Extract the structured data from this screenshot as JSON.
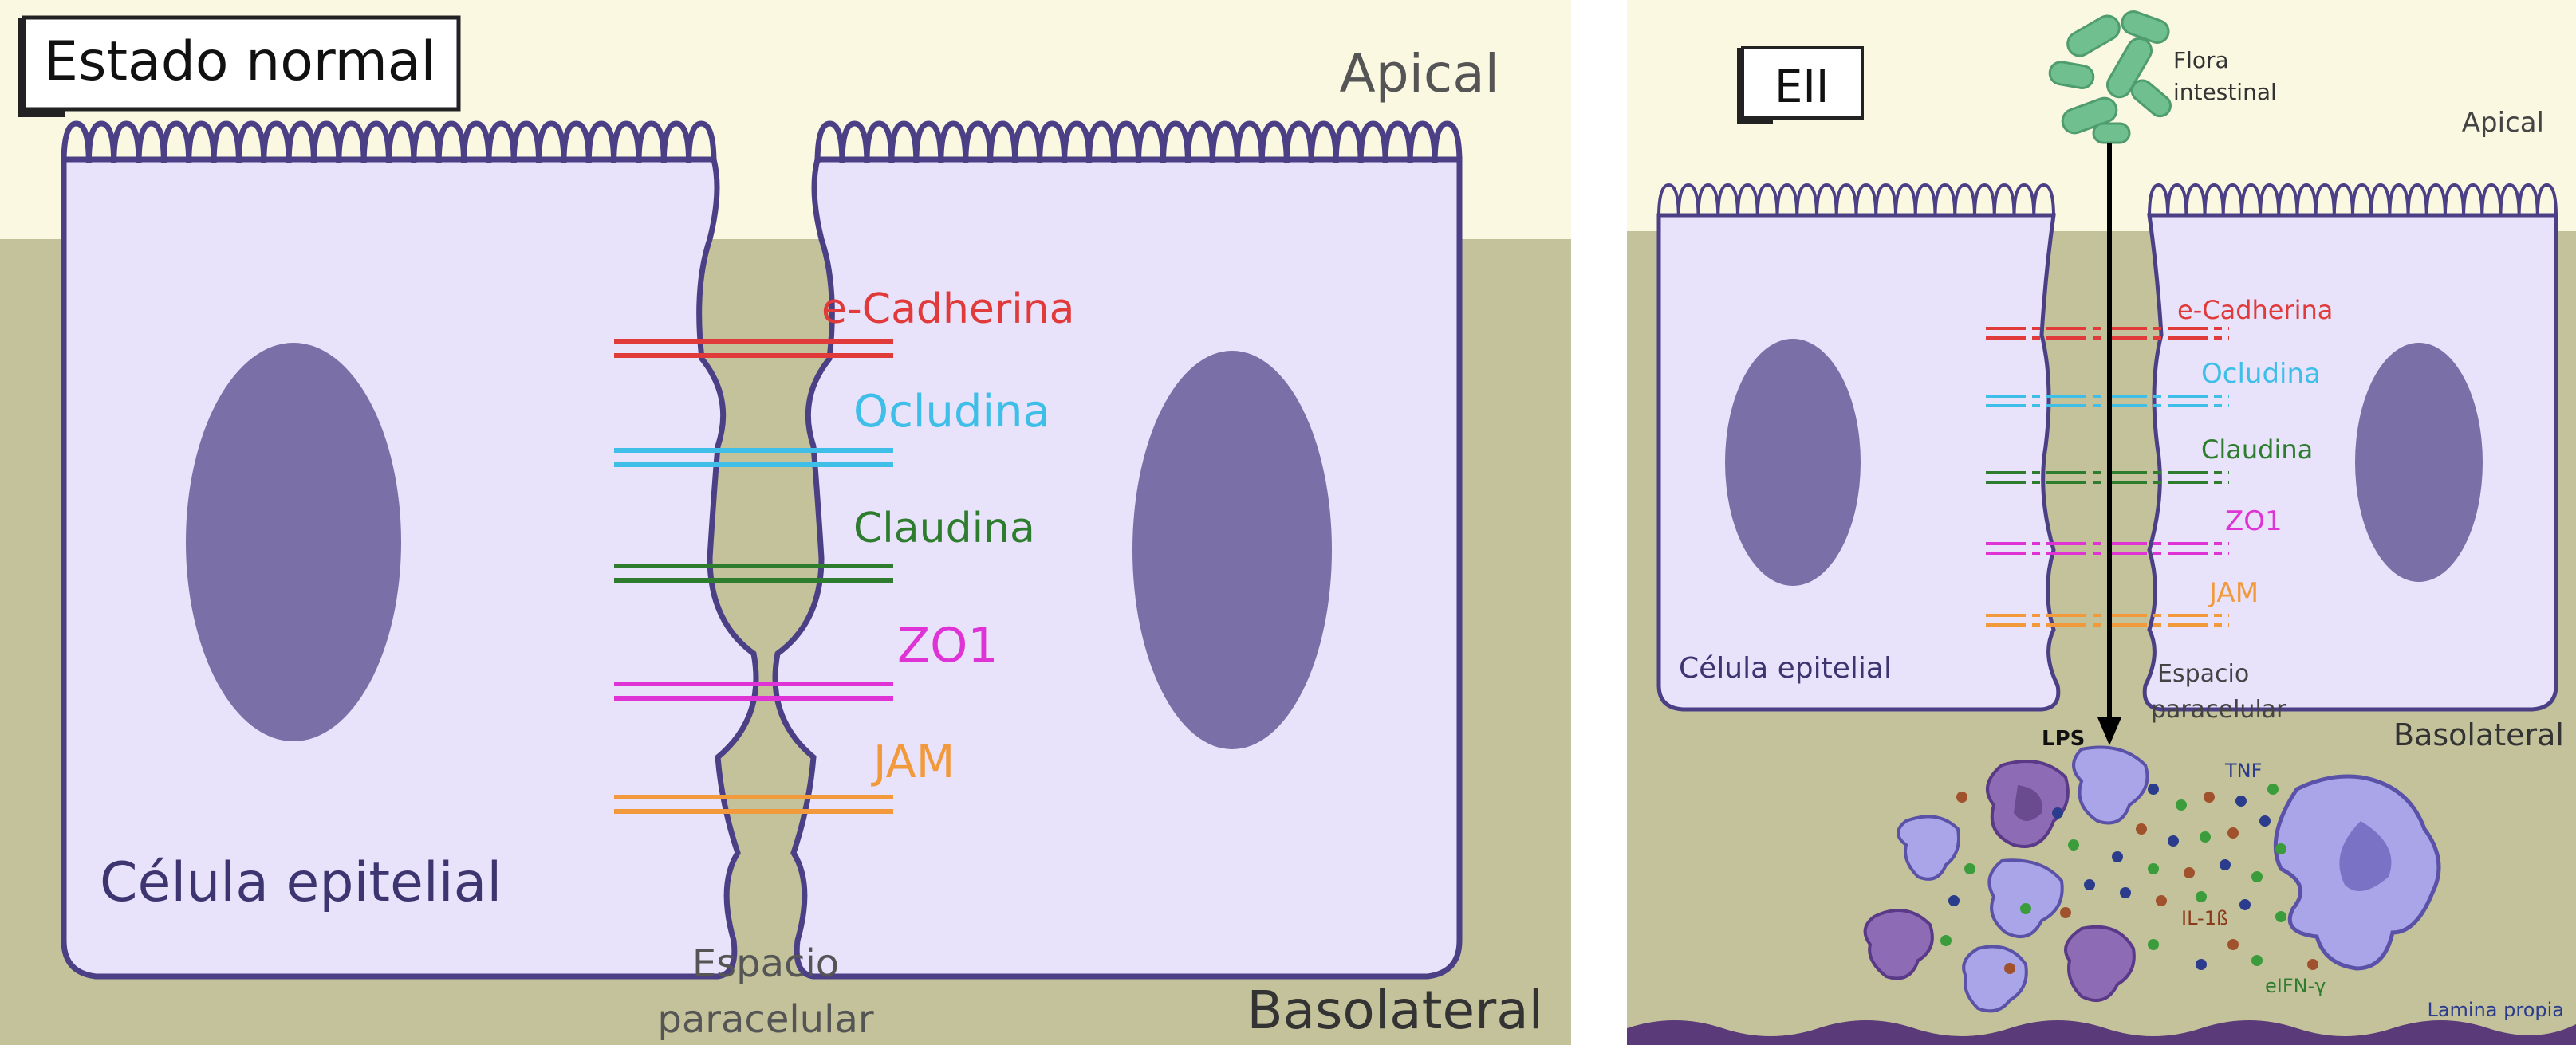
{
  "left_panel": {
    "title": "Estado normal",
    "apical": "Apical",
    "basolateral": "Basolateral",
    "cell_label": "Célula epitelial",
    "space_label_1": "Espacio",
    "space_label_2": "paracelular",
    "proteins": [
      {
        "name": "e-Cadherina",
        "color": "#e03a3a"
      },
      {
        "name": "Ocludina",
        "color": "#3fbfe8"
      },
      {
        "name": "Claudina",
        "color": "#2e7d2e"
      },
      {
        "name": "ZO1",
        "color": "#e033d6"
      },
      {
        "name": "JAM",
        "color": "#f29a3b"
      }
    ]
  },
  "right_panel": {
    "title": "EII",
    "apical": "Apical",
    "basolateral": "Basolateral",
    "flora_1": "Flora",
    "flora_2": "intestinal",
    "cell_label": "Célula epitelial",
    "space_label_1": "Espacio",
    "space_label_2": "paracelular",
    "lps": "LPS",
    "tnf": "TNF",
    "il1b": "IL-1ß",
    "ifn": "eIFN-γ",
    "lamina": "Lamina propia",
    "proteins": [
      {
        "name": "e-Cadherina",
        "color": "#e03a3a"
      },
      {
        "name": "Ocludina",
        "color": "#3fbfe8"
      },
      {
        "name": "Claudina",
        "color": "#2e7d2e"
      },
      {
        "name": "ZO1",
        "color": "#e033d6"
      },
      {
        "name": "JAM",
        "color": "#f29a3b"
      }
    ]
  },
  "colors": {
    "apical_bg": "#fbf8e1",
    "basal_bg": "#c4c29a",
    "cell_fill": "#e8e2fb",
    "cell_stroke": "#4b3f85",
    "nucleus": "#7a6fa6",
    "bacteria": "#6fbf8f"
  }
}
